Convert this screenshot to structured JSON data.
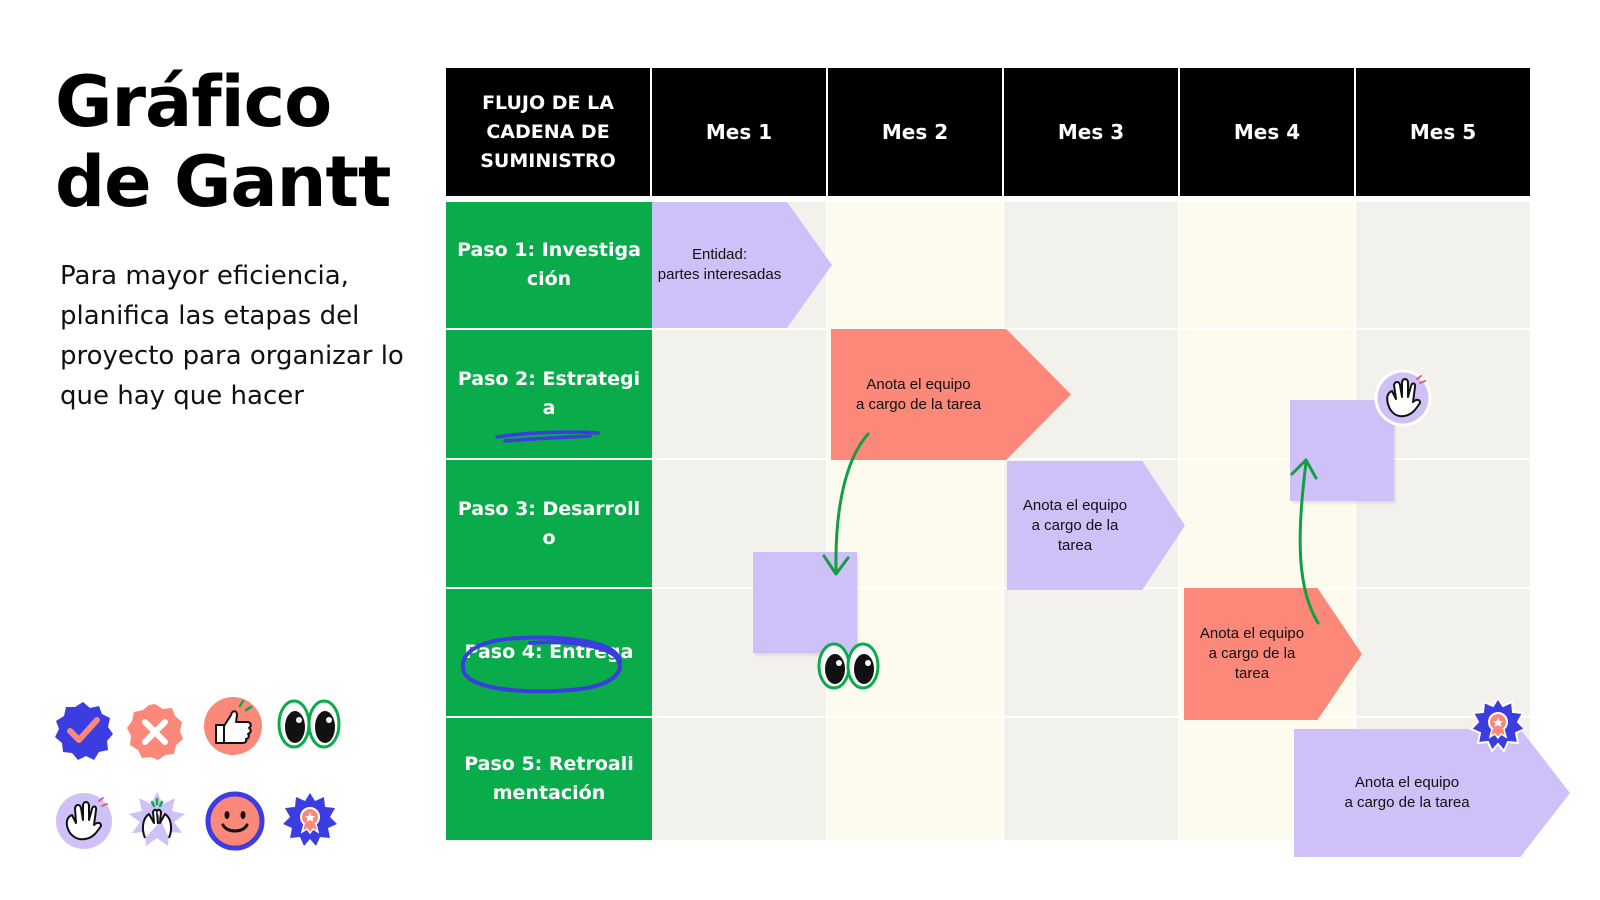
{
  "title_line1": "Gráfico",
  "title_line2": "de Gantt",
  "subtitle": "Para mayor eficiencia, planifica las etapas del proyecto para organizar lo que hay que hacer",
  "header": {
    "flow": "FLUJO DE LA CADENA DE SUMINISTRO",
    "months": [
      "Mes 1",
      "Mes 2",
      "Mes 3",
      "Mes 4",
      "Mes 5"
    ]
  },
  "steps": [
    "Paso 1: Investigación",
    "Paso 2: Estrategia",
    "Paso 3: Desarrollo",
    "Paso 4: Entrega",
    "Paso 5: Retroalimentación"
  ],
  "tasks": [
    {
      "line1": "Entidad:",
      "line2": "partes interesadas"
    },
    {
      "line1": "Anota el equipo",
      "line2": "a cargo de la tarea"
    },
    {
      "line1": "Anota el equipo",
      "line2": "a cargo de la",
      "line3": "tarea"
    },
    {
      "line1": "Anota el equipo",
      "line2": "a cargo de la",
      "line3": "tarea"
    },
    {
      "line1": "Anota el equipo",
      "line2": "a cargo de la tarea"
    }
  ],
  "colors": {
    "header": "#000000",
    "step_green": "#0aab4a",
    "task_purple": "#cfc0f7",
    "task_coral": "#fb8878",
    "cell_gray": "#f3f1ec",
    "cell_cream": "#fdfbee",
    "accent_blue": "#3b3de0"
  },
  "stickers": [
    "check-badge-icon",
    "x-badge-icon",
    "thumbs-up-icon",
    "eyes-icon",
    "waving-hand-icon",
    "clapping-hands-icon",
    "smiley-face-icon",
    "award-badge-icon"
  ]
}
